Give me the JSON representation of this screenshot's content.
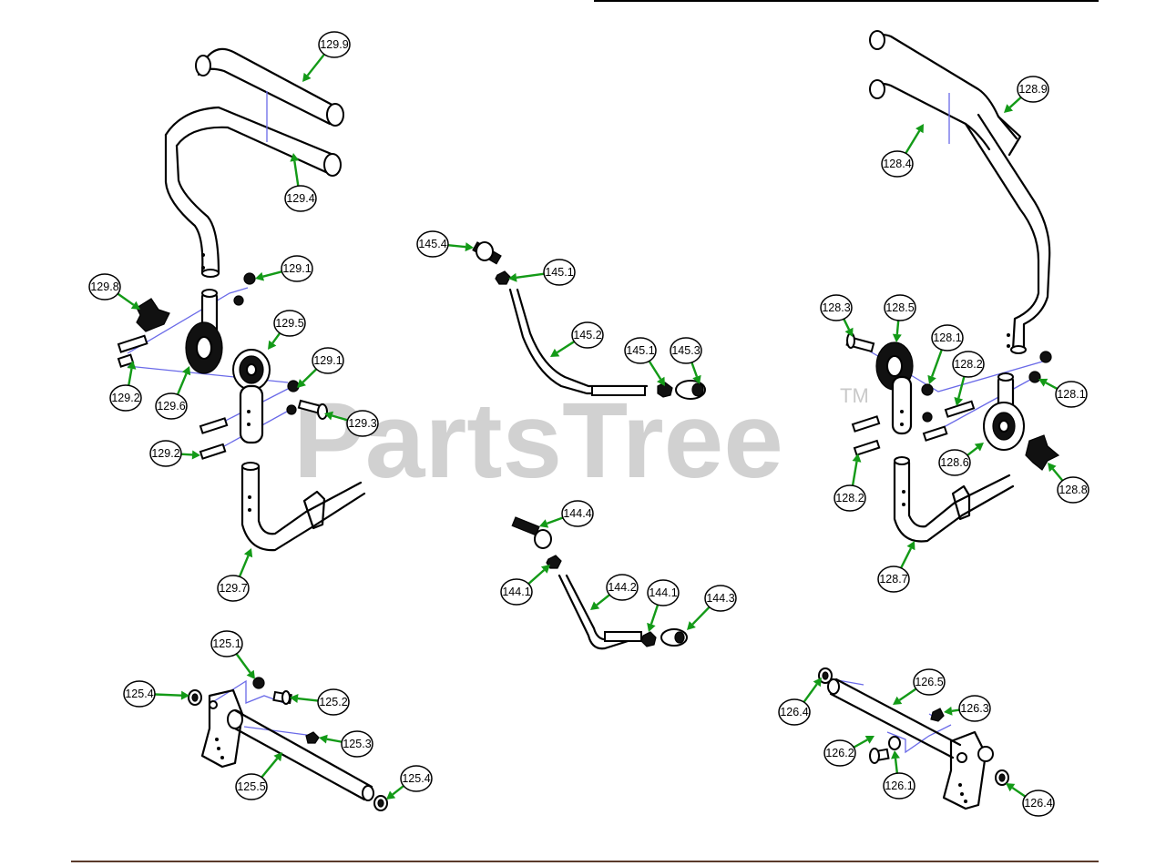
{
  "watermark": {
    "text": "PartsTree",
    "trademark": "TM"
  },
  "callouts": [
    {
      "id": "c-129-9",
      "label": "129.9"
    },
    {
      "id": "c-129-4",
      "label": "129.4"
    },
    {
      "id": "c-129-1a",
      "label": "129.1"
    },
    {
      "id": "c-129-8",
      "label": "129.8"
    },
    {
      "id": "c-129-5",
      "label": "129.5"
    },
    {
      "id": "c-129-1b",
      "label": "129.1"
    },
    {
      "id": "c-129-2a",
      "label": "129.2"
    },
    {
      "id": "c-129-6",
      "label": "129.6"
    },
    {
      "id": "c-129-3",
      "label": "129.3"
    },
    {
      "id": "c-129-2b",
      "label": "129.2"
    },
    {
      "id": "c-129-7",
      "label": "129.7"
    },
    {
      "id": "c-145-4",
      "label": "145.4"
    },
    {
      "id": "c-145-1a",
      "label": "145.1"
    },
    {
      "id": "c-145-2",
      "label": "145.2"
    },
    {
      "id": "c-145-1b",
      "label": "145.1"
    },
    {
      "id": "c-145-3",
      "label": "145.3"
    },
    {
      "id": "c-144-4",
      "label": "144.4"
    },
    {
      "id": "c-144-1a",
      "label": "144.1"
    },
    {
      "id": "c-144-2",
      "label": "144.2"
    },
    {
      "id": "c-144-1b",
      "label": "144.1"
    },
    {
      "id": "c-144-3",
      "label": "144.3"
    },
    {
      "id": "c-128-9",
      "label": "128.9"
    },
    {
      "id": "c-128-4",
      "label": "128.4"
    },
    {
      "id": "c-128-3",
      "label": "128.3"
    },
    {
      "id": "c-128-5",
      "label": "128.5"
    },
    {
      "id": "c-128-1a",
      "label": "128.1"
    },
    {
      "id": "c-128-2a",
      "label": "128.2"
    },
    {
      "id": "c-128-1b",
      "label": "128.1"
    },
    {
      "id": "c-128-6",
      "label": "128.6"
    },
    {
      "id": "c-128-2b",
      "label": "128.2"
    },
    {
      "id": "c-128-8",
      "label": "128.8"
    },
    {
      "id": "c-128-7",
      "label": "128.7"
    },
    {
      "id": "c-125-1",
      "label": "125.1"
    },
    {
      "id": "c-125-4a",
      "label": "125.4"
    },
    {
      "id": "c-125-2",
      "label": "125.2"
    },
    {
      "id": "c-125-3",
      "label": "125.3"
    },
    {
      "id": "c-125-5",
      "label": "125.5"
    },
    {
      "id": "c-125-4b",
      "label": "125.4"
    },
    {
      "id": "c-126-5",
      "label": "126.5"
    },
    {
      "id": "c-126-4a",
      "label": "126.4"
    },
    {
      "id": "c-126-3",
      "label": "126.3"
    },
    {
      "id": "c-126-2",
      "label": "126.2"
    },
    {
      "id": "c-126-1",
      "label": "126.1"
    },
    {
      "id": "c-126-4b",
      "label": "126.4"
    }
  ]
}
